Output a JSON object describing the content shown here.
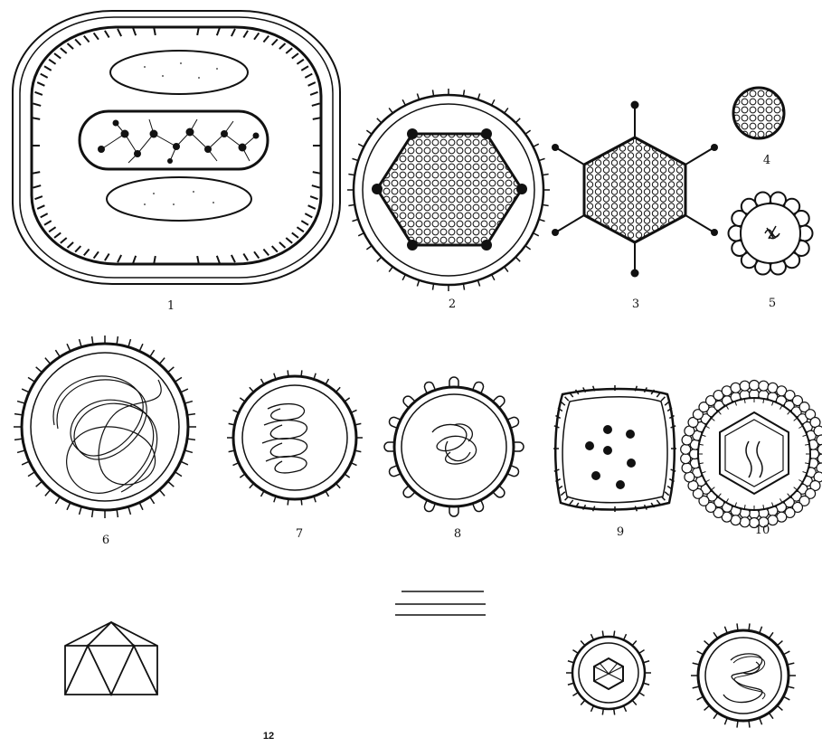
{
  "colors": {
    "ink": "#111111",
    "paper": "#ffffff"
  },
  "labels": {
    "l1": "1",
    "l2": "2",
    "l3": "3",
    "l4": "4",
    "l5": "5",
    "l6": "6",
    "l7": "7",
    "l8": "8",
    "l9": "9",
    "l10": "10",
    "l12": "12"
  }
}
